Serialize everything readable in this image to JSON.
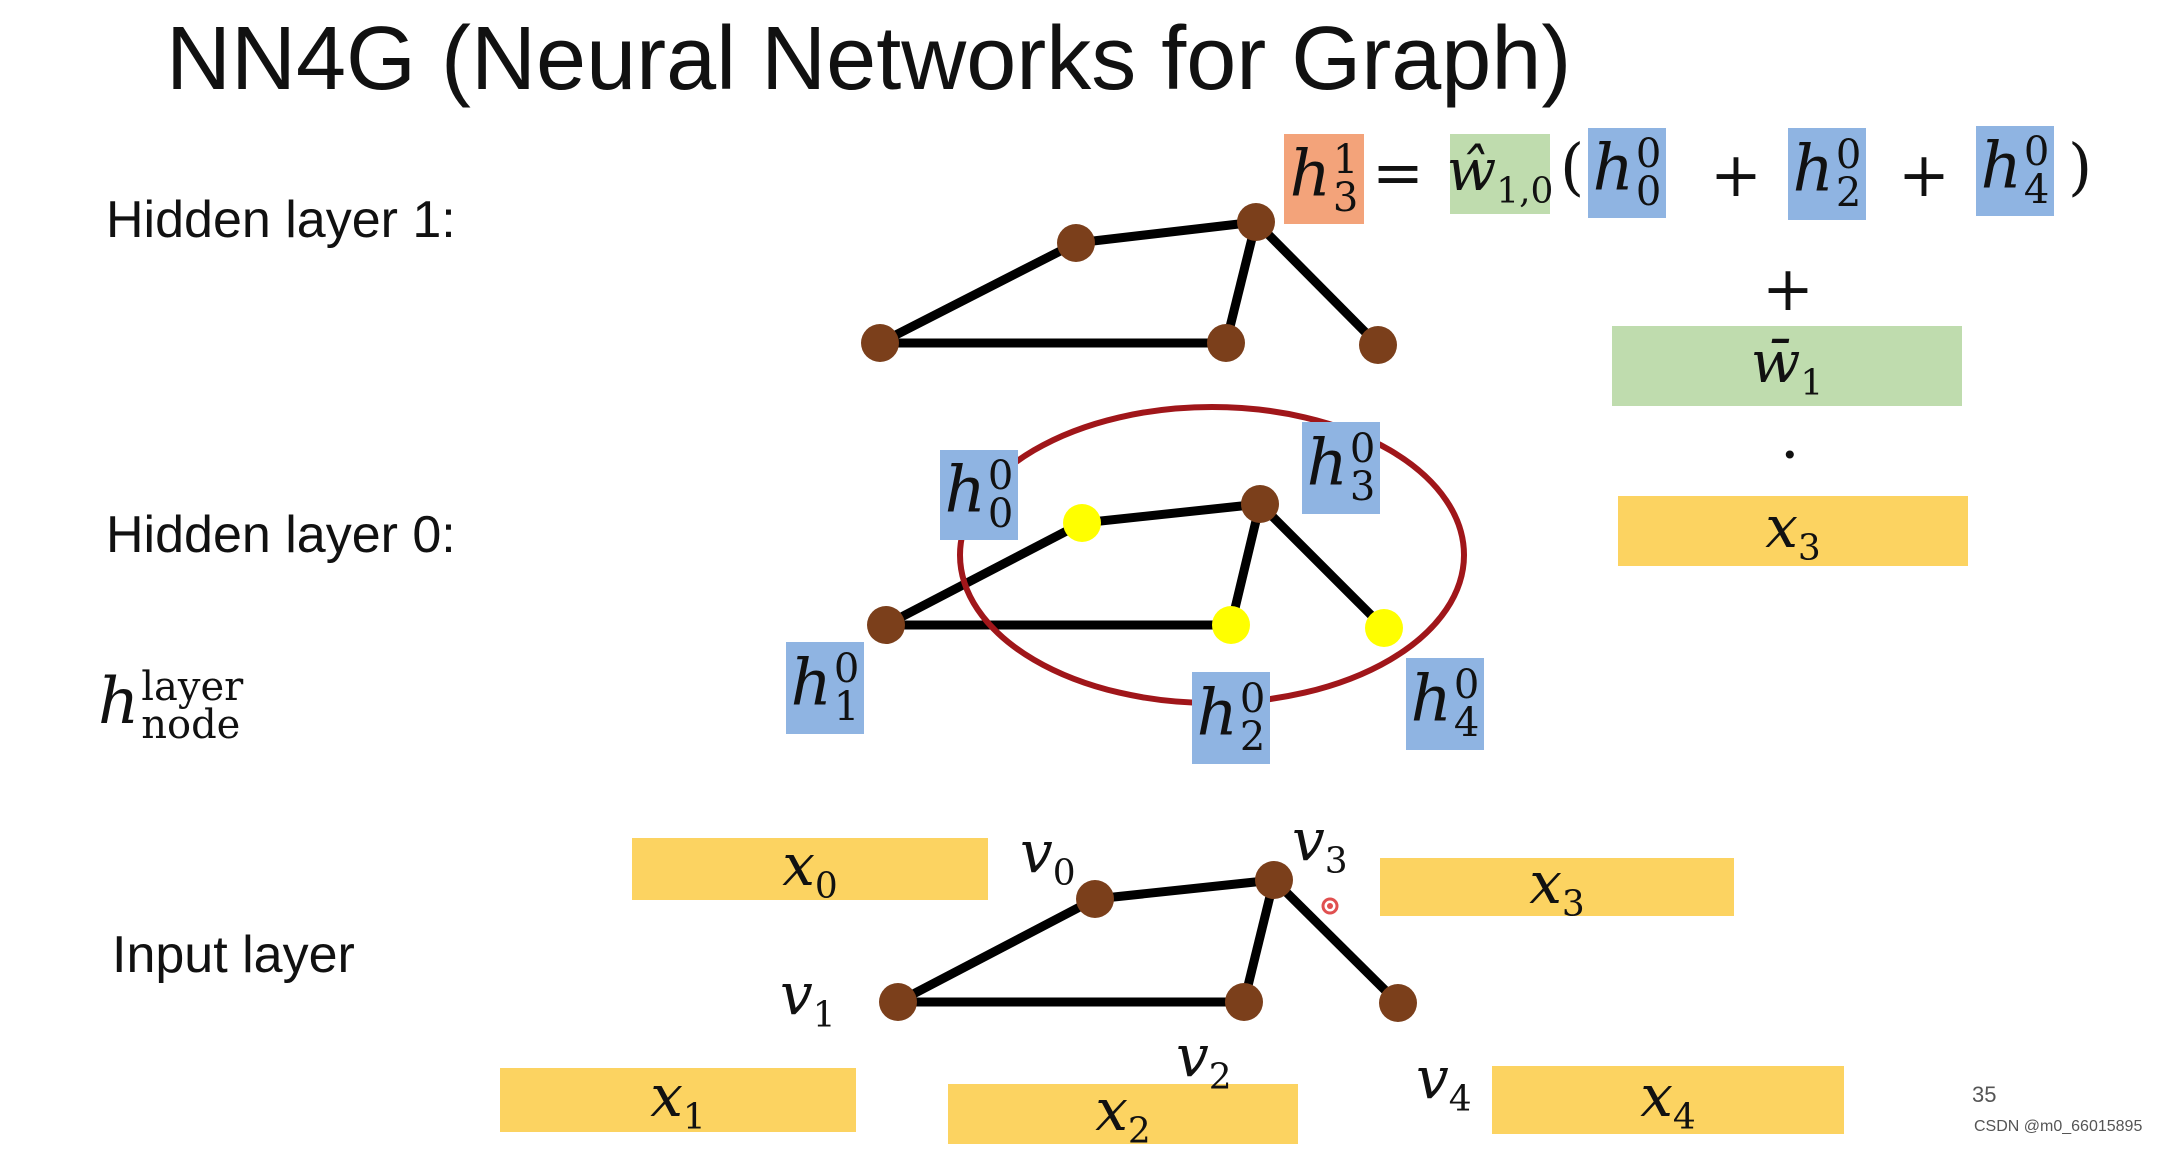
{
  "title": "NN4G (Neural Networks for Graph)",
  "labels": {
    "hidden1": "Hidden layer 1:",
    "hidden0": "Hidden layer 0:",
    "input": "Input layer",
    "h_notation": {
      "base": "h",
      "sup": "layer",
      "sub": "node"
    }
  },
  "equation": {
    "lhs": {
      "base": "h",
      "sup": "1",
      "sub": "3"
    },
    "equals": "=",
    "weight": {
      "base": "ŵ",
      "sub": "1,0"
    },
    "open_paren": "(",
    "terms": [
      {
        "base": "h",
        "sup": "0",
        "sub": "0"
      },
      {
        "base": "h",
        "sup": "0",
        "sub": "2"
      },
      {
        "base": "h",
        "sup": "0",
        "sub": "4"
      }
    ],
    "plus": "+",
    "close_paren": ")",
    "plus_below": "+",
    "bias_weight": {
      "base": "w̄",
      "sub": "1"
    },
    "dot": "·",
    "input_term": {
      "base": "x",
      "sub": "3"
    }
  },
  "hidden0_tags": [
    {
      "base": "h",
      "sup": "0",
      "sub": "0"
    },
    {
      "base": "h",
      "sup": "0",
      "sub": "3"
    },
    {
      "base": "h",
      "sup": "0",
      "sub": "1"
    },
    {
      "base": "h",
      "sup": "0",
      "sub": "2"
    },
    {
      "base": "h",
      "sup": "0",
      "sub": "4"
    }
  ],
  "input_nodes": [
    {
      "v": "v",
      "vsub": "0",
      "x": "x",
      "xsub": "0"
    },
    {
      "v": "v",
      "vsub": "1",
      "x": "x",
      "xsub": "1"
    },
    {
      "v": "v",
      "vsub": "2",
      "x": "x",
      "xsub": "2"
    },
    {
      "v": "v",
      "vsub": "3",
      "x": "x",
      "xsub": "3"
    },
    {
      "v": "v",
      "vsub": "4",
      "x": "x",
      "xsub": "4"
    }
  ],
  "colors": {
    "node": "#7b3f1b",
    "highlight_node": "#ffff00",
    "edge": "#000000",
    "circle": "#a0161a",
    "blue_box": "#8fb4e2",
    "orange_box": "#f3a37a",
    "green_box": "#bfdcae",
    "yellow_box": "#fcd361"
  },
  "page_number": "35",
  "watermark": "CSDN @m0_66015895"
}
